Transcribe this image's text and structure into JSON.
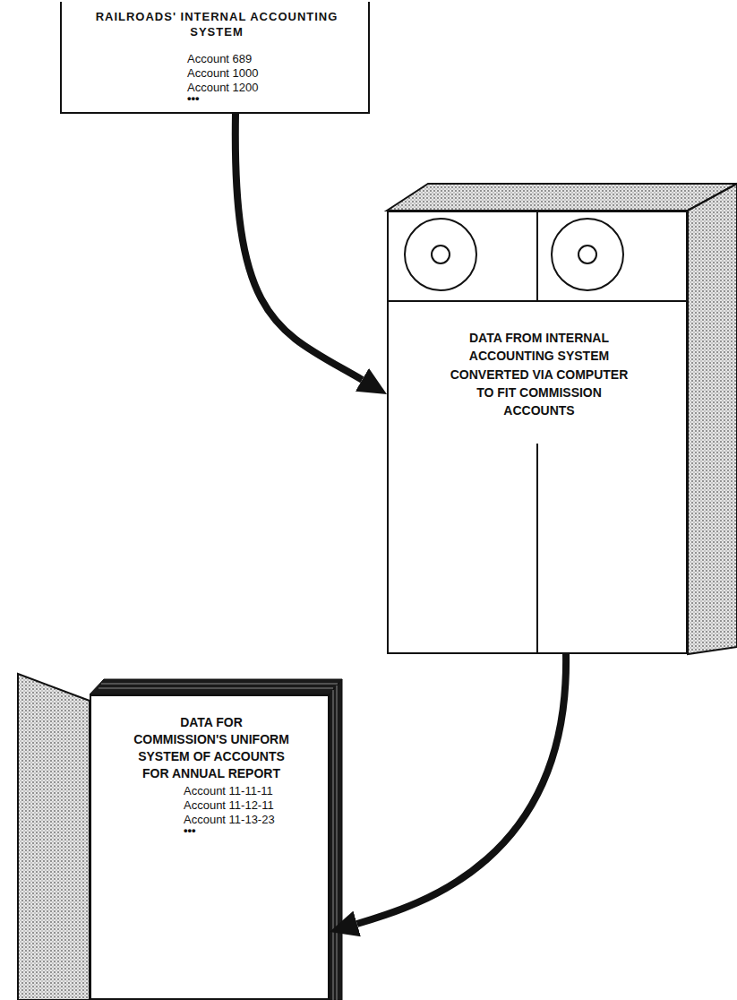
{
  "diagram": {
    "nodes": [
      {
        "text": [
          "RAILROADS' INTERNAL ACCOUNTING SYSTEM",
          "Account 689",
          "Account 1000",
          "Account 1200",
          "•••"
        ]
      },
      {
        "text": [
          "DATA FROM INTERNAL ACCOUNTING SYSTEM CONVERTED VIA COMPUTER TO FIT COMMISSION ACCOUNTS"
        ]
      },
      {
        "text": [
          "DATA FOR COMMISSION'S UNIFORM SYSTEM OF ACCOUNTS FOR ANNUAL REPORT",
          "Account 11-11-11",
          "Account 11-12-11",
          "Account 11-13-23",
          "•••"
        ]
      }
    ],
    "edges": [
      {
        "from": 0,
        "to": 1,
        "arrow": "to"
      },
      {
        "from": 1,
        "to": 2,
        "arrow": "to"
      }
    ]
  }
}
